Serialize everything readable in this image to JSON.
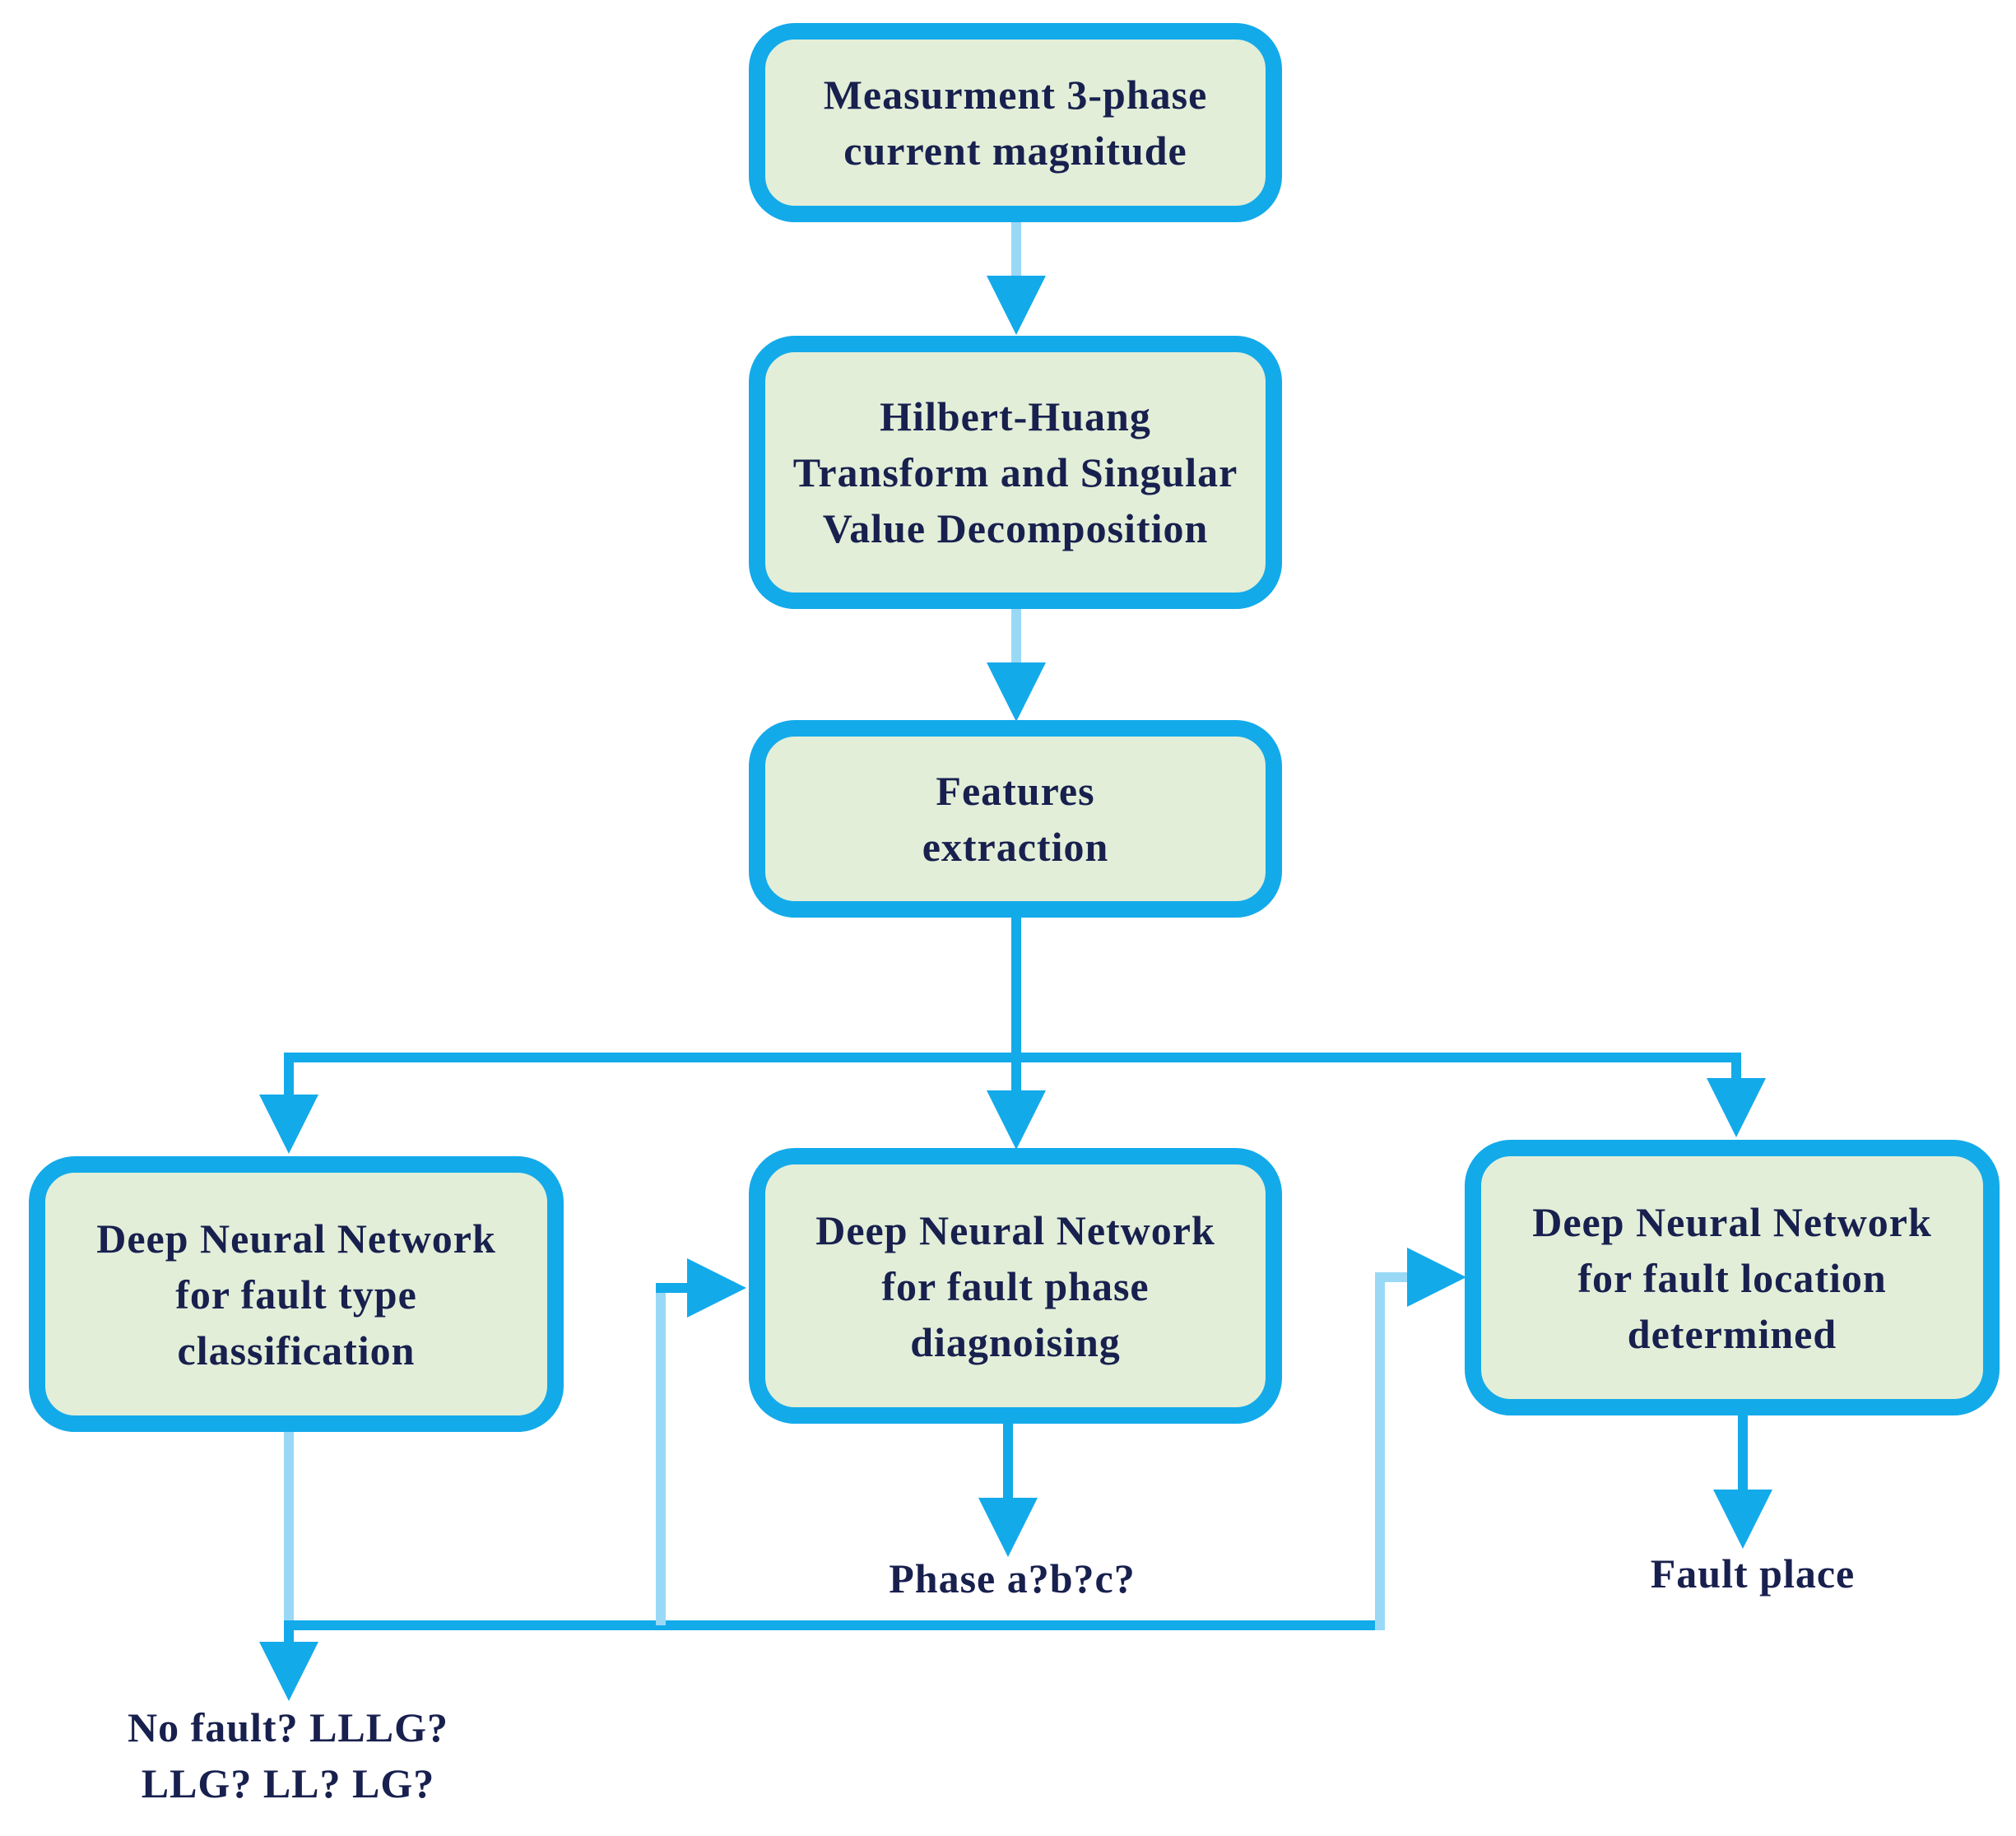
{
  "colors": {
    "box_fill": "#e2eed8",
    "box_border": "#13aaea",
    "connector": "#13aaea",
    "connector_light": "#9ad9f6",
    "text": "#18204e"
  },
  "nodes": {
    "measurement": {
      "lines": [
        "Measurment 3-phase",
        "current magnitude"
      ]
    },
    "hht_svd": {
      "lines": [
        "Hilbert-Huang",
        "Transform and Singular",
        "Value Decomposition"
      ]
    },
    "features": {
      "lines": [
        "Features",
        "extraction"
      ]
    },
    "dnn_type": {
      "lines": [
        "Deep Neural Network",
        "for fault type",
        "classification"
      ]
    },
    "dnn_phase": {
      "lines": [
        "Deep Neural Network",
        "for fault phase",
        "diagnoising"
      ]
    },
    "dnn_location": {
      "lines": [
        "Deep Neural Network",
        "for fault location",
        "determined"
      ]
    }
  },
  "outputs": {
    "fault_type": {
      "lines": [
        "No fault? LLLG?",
        "LLG? LL? LG?"
      ]
    },
    "phase": {
      "lines": [
        "Phase a?b?c?"
      ]
    },
    "place": {
      "lines": [
        "Fault place"
      ]
    }
  }
}
